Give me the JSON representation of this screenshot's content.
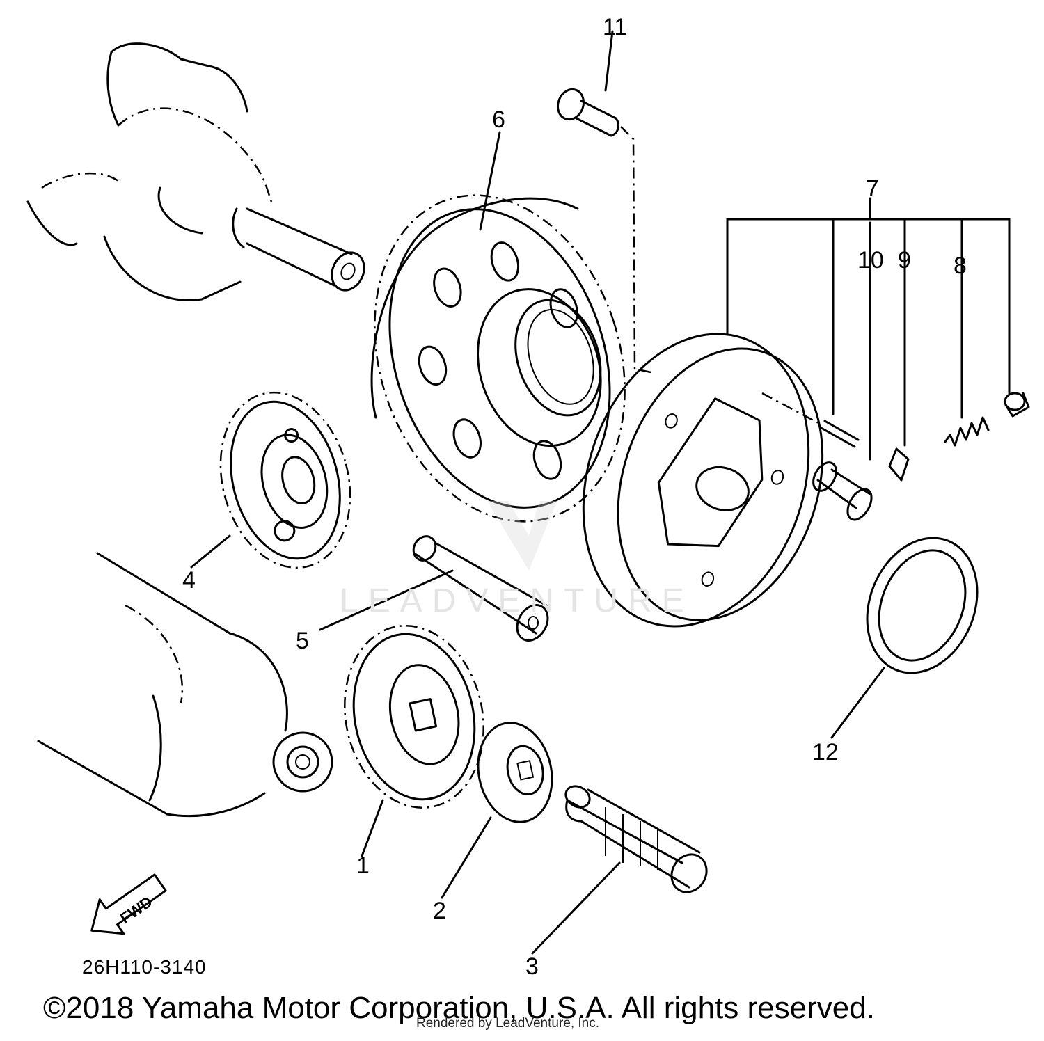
{
  "diagram": {
    "code": "26H110-3140",
    "copyright": "©2018 Yamaha Motor Corporation, U.S.A. All rights reserved.",
    "render_credit": "Rendered by LeadVenture, Inc.",
    "watermark": "LEADVENTURE",
    "fwd_label": "FWD"
  },
  "callouts": [
    "1",
    "2",
    "3",
    "4",
    "5",
    "6",
    "7",
    "8",
    "9",
    "10",
    "11",
    "12"
  ]
}
